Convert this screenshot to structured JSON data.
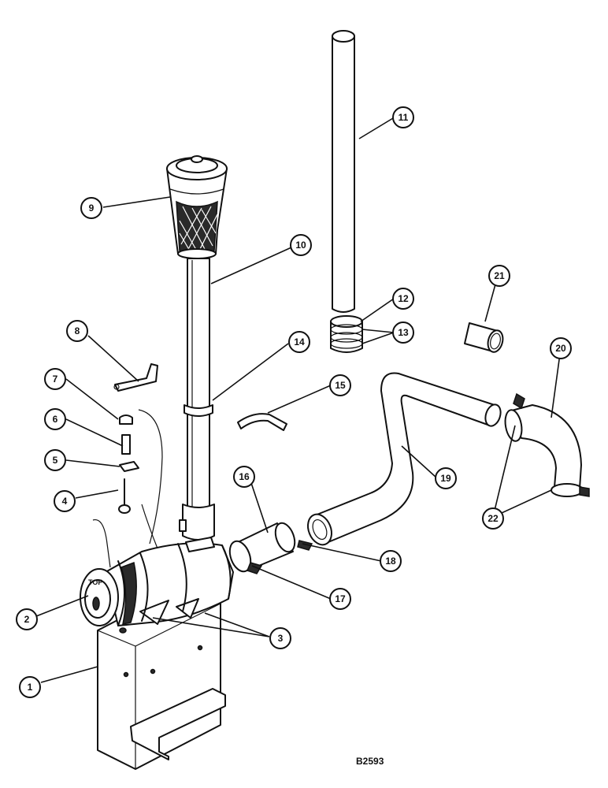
{
  "figure_ref": "B2593",
  "stamp_text": "TOP",
  "callouts": [
    {
      "id": "c1",
      "label": "1"
    },
    {
      "id": "c2",
      "label": "2"
    },
    {
      "id": "c3",
      "label": "3"
    },
    {
      "id": "c4",
      "label": "4"
    },
    {
      "id": "c5",
      "label": "5"
    },
    {
      "id": "c6",
      "label": "6"
    },
    {
      "id": "c7",
      "label": "7"
    },
    {
      "id": "c8",
      "label": "8"
    },
    {
      "id": "c9",
      "label": "9"
    },
    {
      "id": "c10",
      "label": "10"
    },
    {
      "id": "c11",
      "label": "11"
    },
    {
      "id": "c12",
      "label": "12"
    },
    {
      "id": "c13",
      "label": "13"
    },
    {
      "id": "c14",
      "label": "14"
    },
    {
      "id": "c15",
      "label": "15"
    },
    {
      "id": "c16",
      "label": "16"
    },
    {
      "id": "c17",
      "label": "17"
    },
    {
      "id": "c18",
      "label": "18"
    },
    {
      "id": "c19",
      "label": "19"
    },
    {
      "id": "c20",
      "label": "20"
    },
    {
      "id": "c21",
      "label": "21"
    },
    {
      "id": "c22",
      "label": "22"
    }
  ]
}
